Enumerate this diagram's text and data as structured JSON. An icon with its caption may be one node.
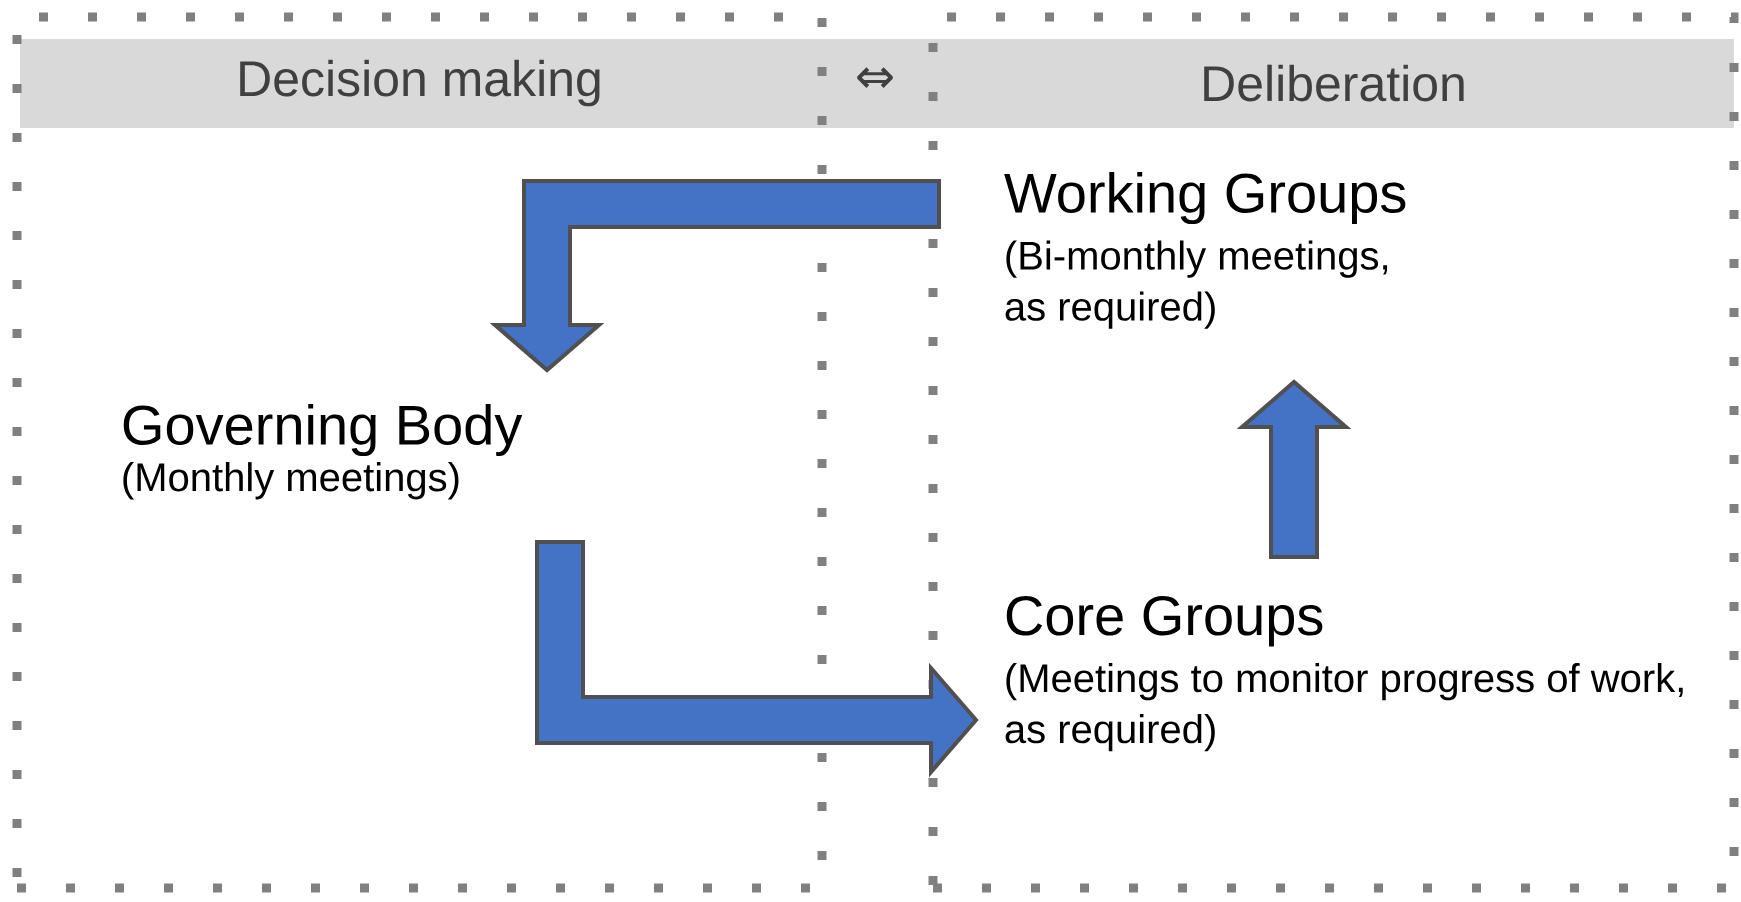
{
  "diagram": {
    "nodes": [
      {
        "text": [
          "Decision making"
        ]
      },
      {
        "text": [
          "Deliberation"
        ]
      },
      {
        "text": [
          "Governing Body",
          "(Monthly meetings)"
        ],
        "in": 0
      },
      {
        "text": [
          "Working Groups",
          "(Bi-monthly meetings, as required)"
        ],
        "in": 1
      },
      {
        "text": [
          "Core Groups",
          "(Meetings to monitor progress of work, as required)"
        ],
        "in": 1
      }
    ],
    "edges": [
      {
        "from": 3,
        "to": 2,
        "arrow": "to"
      },
      {
        "from": 2,
        "to": 4,
        "arrow": "to"
      },
      {
        "from": 4,
        "to": 3,
        "arrow": "to"
      }
    ],
    "labels": [
      "⇔"
    ]
  }
}
